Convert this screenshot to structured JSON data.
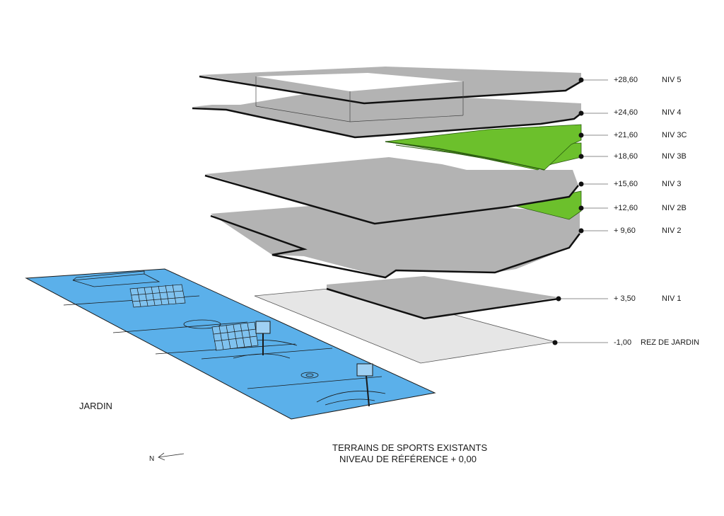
{
  "levels": [
    {
      "elevation": "+28,60",
      "name": "NIV 5"
    },
    {
      "elevation": "+24,60",
      "name": "NIV 4"
    },
    {
      "elevation": "+21,60",
      "name": "NIV 3C"
    },
    {
      "elevation": "+18,60",
      "name": "NIV 3B"
    },
    {
      "elevation": "+15,60",
      "name": "NIV 3"
    },
    {
      "elevation": "+12,60",
      "name": "NIV 2B"
    },
    {
      "elevation": "+ 9,60",
      "name": "NIV 2"
    },
    {
      "elevation": "+ 3,50",
      "name": "NIV 1"
    },
    {
      "elevation": "-1,00",
      "name": "REZ DE JARDIN"
    }
  ],
  "garden_label": "JARDIN",
  "caption": {
    "line1": "TERRAINS DE SPORTS EXISTANTS",
    "line2": "NIVEAU DE RÉFÉRENCE + 0,00"
  },
  "north_label": "N",
  "colors": {
    "slab": "#b3b3b3",
    "ground_slab": "#e6e6e6",
    "green_deck": "#6cc02c",
    "sports_field": "#5bb0ea",
    "outline": "#111111"
  }
}
